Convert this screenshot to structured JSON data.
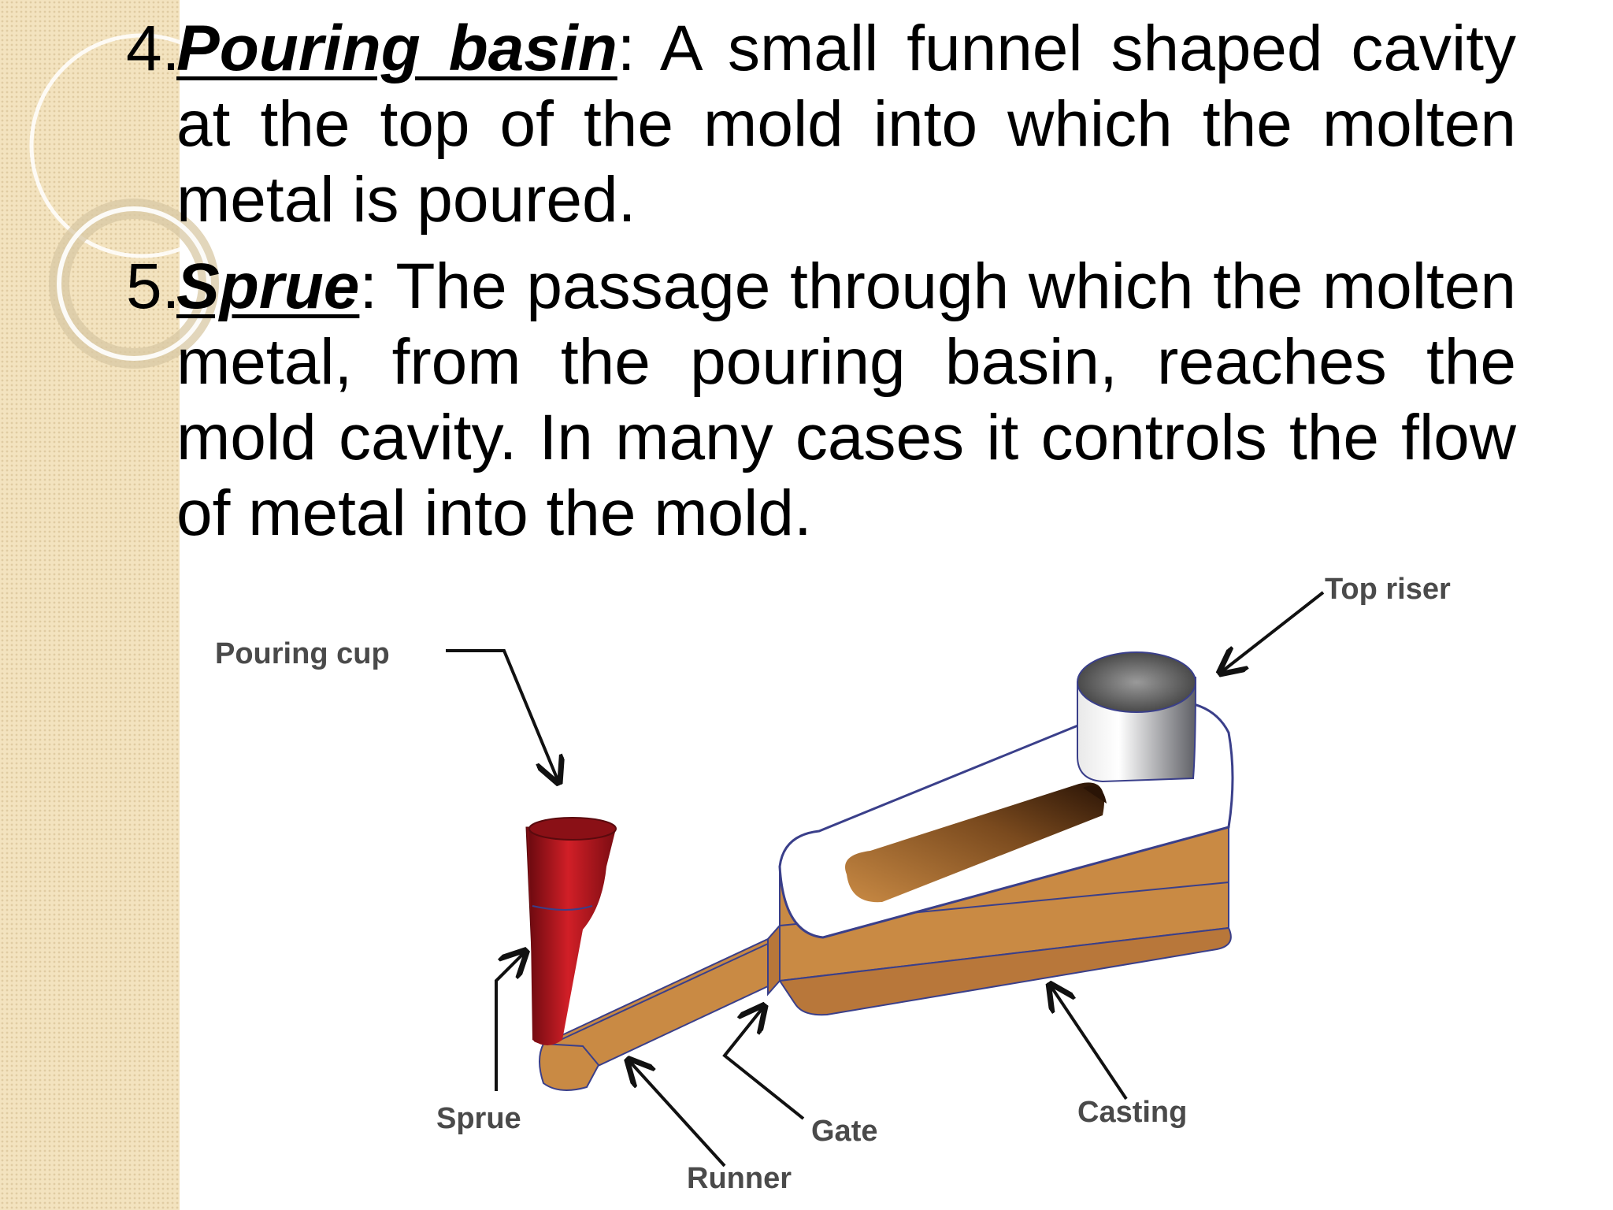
{
  "theme": {
    "accent_bg": "#f3e3bf",
    "sprue_color": "#b0141c",
    "casting_color": "#c98a44"
  },
  "items": [
    {
      "number": "4.",
      "term": "Pouring basin",
      "definition": ": A small funnel shaped cavity at the top of the mold into which the molten metal is poured."
    },
    {
      "number": "5.",
      "term": "Sprue",
      "definition": ": The passage through which the molten metal, from the pouring basin, reaches the mold cavity. In many cases it controls the flow of metal into the mold."
    }
  ],
  "diagram": {
    "labels": {
      "top_riser": "Top riser",
      "pouring_cup": "Pouring cup",
      "sprue": "Sprue",
      "gate": "Gate",
      "runner": "Runner",
      "casting": "Casting"
    }
  }
}
